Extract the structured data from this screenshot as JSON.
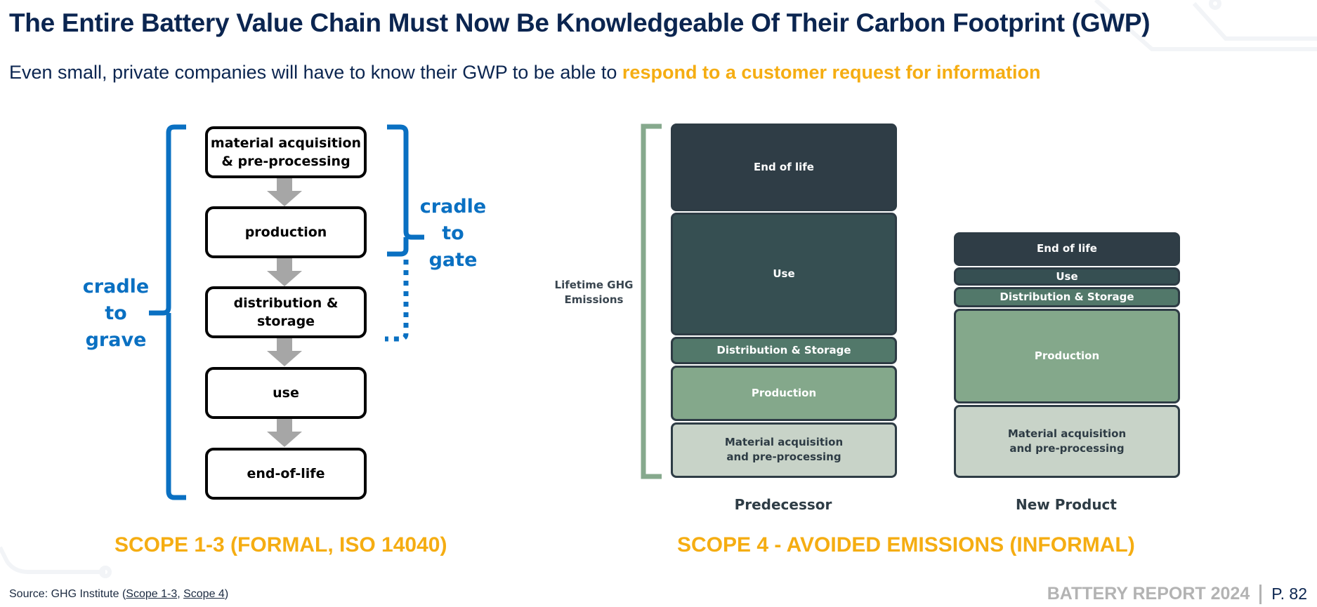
{
  "header": {
    "title": "The Entire Battery Value Chain Must Now Be Knowledgeable Of Their Carbon Footprint (GWP)",
    "subtitle_plain": "Even small, private companies will have to know their GWP to be able to ",
    "subtitle_highlight": "respond to a customer request for information"
  },
  "colors": {
    "navy": "#0b2550",
    "accent_orange": "#f5ad12",
    "bracket_blue": "#0a70c2",
    "arrow_gray": "#a6a6a6",
    "bracket_green": "#86a98d"
  },
  "lifecycle_diagram": {
    "stages": [
      "material acquisition & pre-processing",
      "production",
      "distribution & storage",
      "use",
      "end-of-life"
    ],
    "cradle_to_grave_label": [
      "cradle",
      "to",
      "grave"
    ],
    "cradle_to_gate_label": [
      "cradle",
      "to",
      "gate"
    ],
    "caption": "SCOPE 1-3 (FORMAL, ISO 14040)"
  },
  "avoided_emissions": {
    "axis_label": "Lifetime GHG Emissions",
    "caption": "SCOPE 4 - AVOIDED EMISSIONS (INFORMAL)",
    "segment_colors": {
      "Material acquisition and pre-processing": {
        "fill": "#c8d3c8",
        "text": "#2e3c45"
      },
      "Production": {
        "fill": "#84a88b",
        "text": "#ffffff"
      },
      "Distribution & Storage": {
        "fill": "#52786a",
        "text": "#ffffff"
      },
      "Use": {
        "fill": "#364f52",
        "text": "#ffffff"
      },
      "End of life": {
        "fill": "#2f3d46",
        "text": "#ffffff"
      }
    }
  },
  "chart_data": {
    "type": "bar",
    "stacked": true,
    "title": "",
    "xlabel": "",
    "ylabel": "Lifetime GHG Emissions",
    "categories": [
      "Predecessor",
      "New Product"
    ],
    "units": "relative (no axis values shown)",
    "series": [
      {
        "name": "Material acquisition and pre-processing",
        "values": [
          16,
          21
        ]
      },
      {
        "name": "Production",
        "values": [
          16,
          27
        ]
      },
      {
        "name": "Distribution & Storage",
        "values": [
          8,
          6
        ]
      },
      {
        "name": "Use",
        "values": [
          35,
          5.5
        ]
      },
      {
        "name": "End of life",
        "values": [
          25,
          10
        ]
      }
    ],
    "legend": "none (labels inside segments)",
    "grid": false
  },
  "footer": {
    "source_prefix": "Source: GHG Institute (",
    "source_link1": "Scope 1-3",
    "source_sep": ", ",
    "source_link2": "Scope 4",
    "source_suffix": ")",
    "report": "BATTERY REPORT 2024",
    "page": "P. 82"
  }
}
